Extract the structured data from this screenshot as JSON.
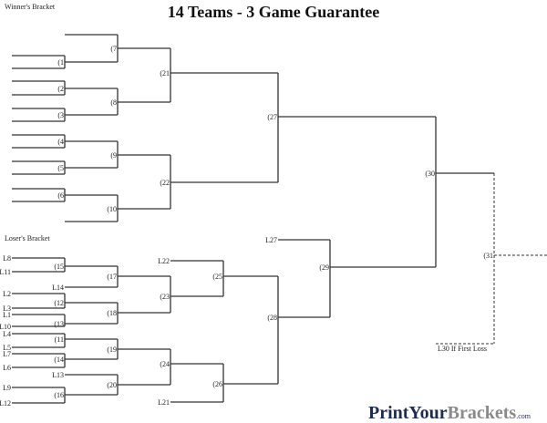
{
  "title": "14 Teams - 3 Game Guarantee",
  "winners_label": "Winner's Bracket",
  "losers_label": "Loser's Bracket",
  "winners_games": [
    "(1",
    "(2",
    "(3",
    "(4",
    "(5",
    "(6",
    "(7",
    "(8",
    "(9",
    "(10",
    "(21",
    "(22",
    "(27",
    "(30",
    "(31"
  ],
  "losers_games": [
    "(15",
    "(17",
    "(12",
    "(13",
    "(18",
    "(23",
    "(25",
    "(11",
    "(14",
    "(19",
    "(16",
    "(20",
    "(24",
    "(26",
    "(28",
    "(29"
  ],
  "loser_slots": [
    "L8",
    "L11",
    "L14",
    "L2",
    "L3",
    "L1",
    "L10",
    "L22",
    "L4",
    "L5",
    "L7",
    "L6",
    "L13",
    "L9",
    "L12",
    "L21",
    "L27"
  ],
  "if_first_loss": "L30 If First Loss",
  "logo": {
    "part1": "PrintYour",
    "part2": "Brackets",
    "part3": ".com"
  }
}
